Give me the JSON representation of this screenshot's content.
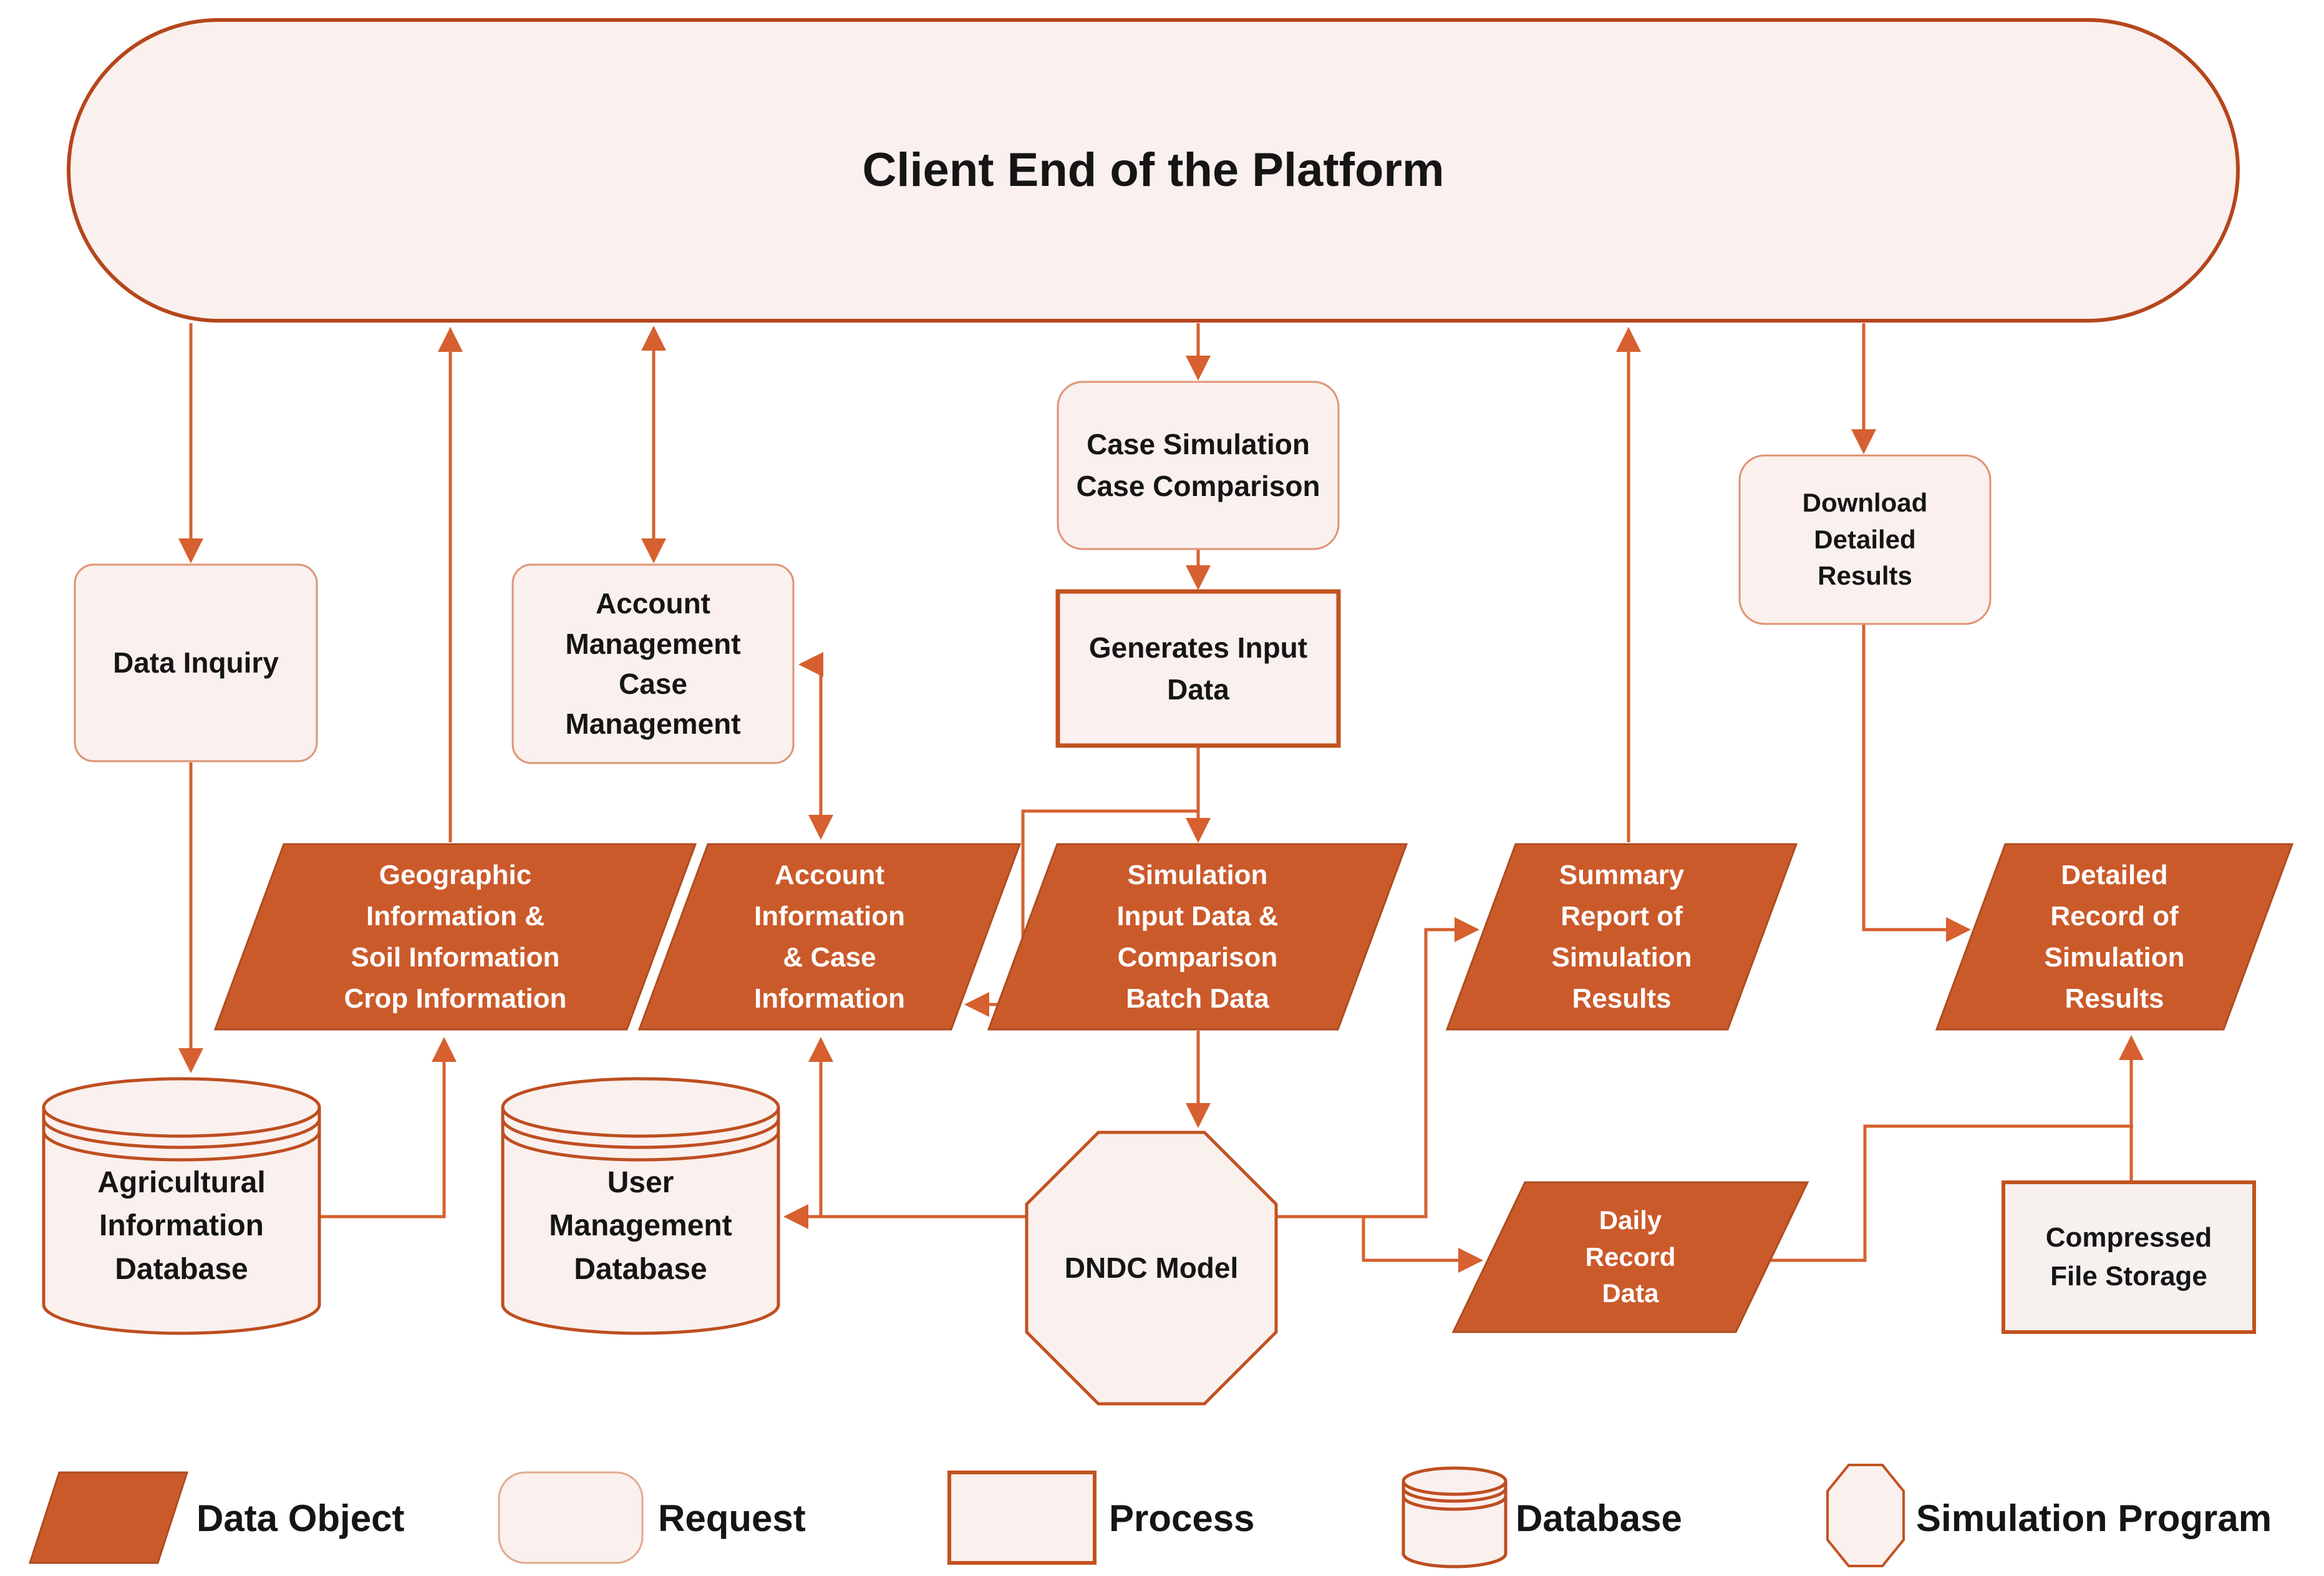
{
  "diagram": {
    "title": "Client End of the Platform",
    "nodes": {
      "data_inquiry": "Data Inquiry",
      "account_management": "Account\nManagement\nCase\nManagement",
      "case_simulation": "Case Simulation\nCase Comparison",
      "generates_input": "Generates Input\nData",
      "download_results": "Download\nDetailed\nResults",
      "geo_info": "Geographic\nInformation &\nSoil Information\nCrop Information",
      "account_info": "Account\nInformation\n& Case\nInformation",
      "sim_input": "Simulation\nInput Data &\nComparison\nBatch Data",
      "summary_report": "Summary\nReport of\nSimulation\nResults",
      "detailed_record": "Detailed\nRecord of\nSimulation\nResults",
      "agri_db": "Agricultural\nInformation\nDatabase",
      "user_db": "User\nManagement\nDatabase",
      "dndc_model": "DNDC Model",
      "daily_record": "Daily\nRecord\nData",
      "compressed_storage": "Compressed\nFile Storage"
    },
    "legend": {
      "items": [
        {
          "shape": "parallelogram",
          "label": "Data Object"
        },
        {
          "shape": "rounded-rect",
          "label": "Request"
        },
        {
          "shape": "rectangle",
          "label": "Process"
        },
        {
          "shape": "cylinder",
          "label": "Database"
        },
        {
          "shape": "octagon",
          "label": "Simulation Program"
        }
      ]
    },
    "colors": {
      "data_object_fill": "#CB5A2B",
      "light_fill": "#FAF0ED",
      "shape_border": "#BE4E20",
      "arrow": "#D6602F",
      "text_dark": "#151515",
      "text_light": "#FFFFFF"
    }
  }
}
